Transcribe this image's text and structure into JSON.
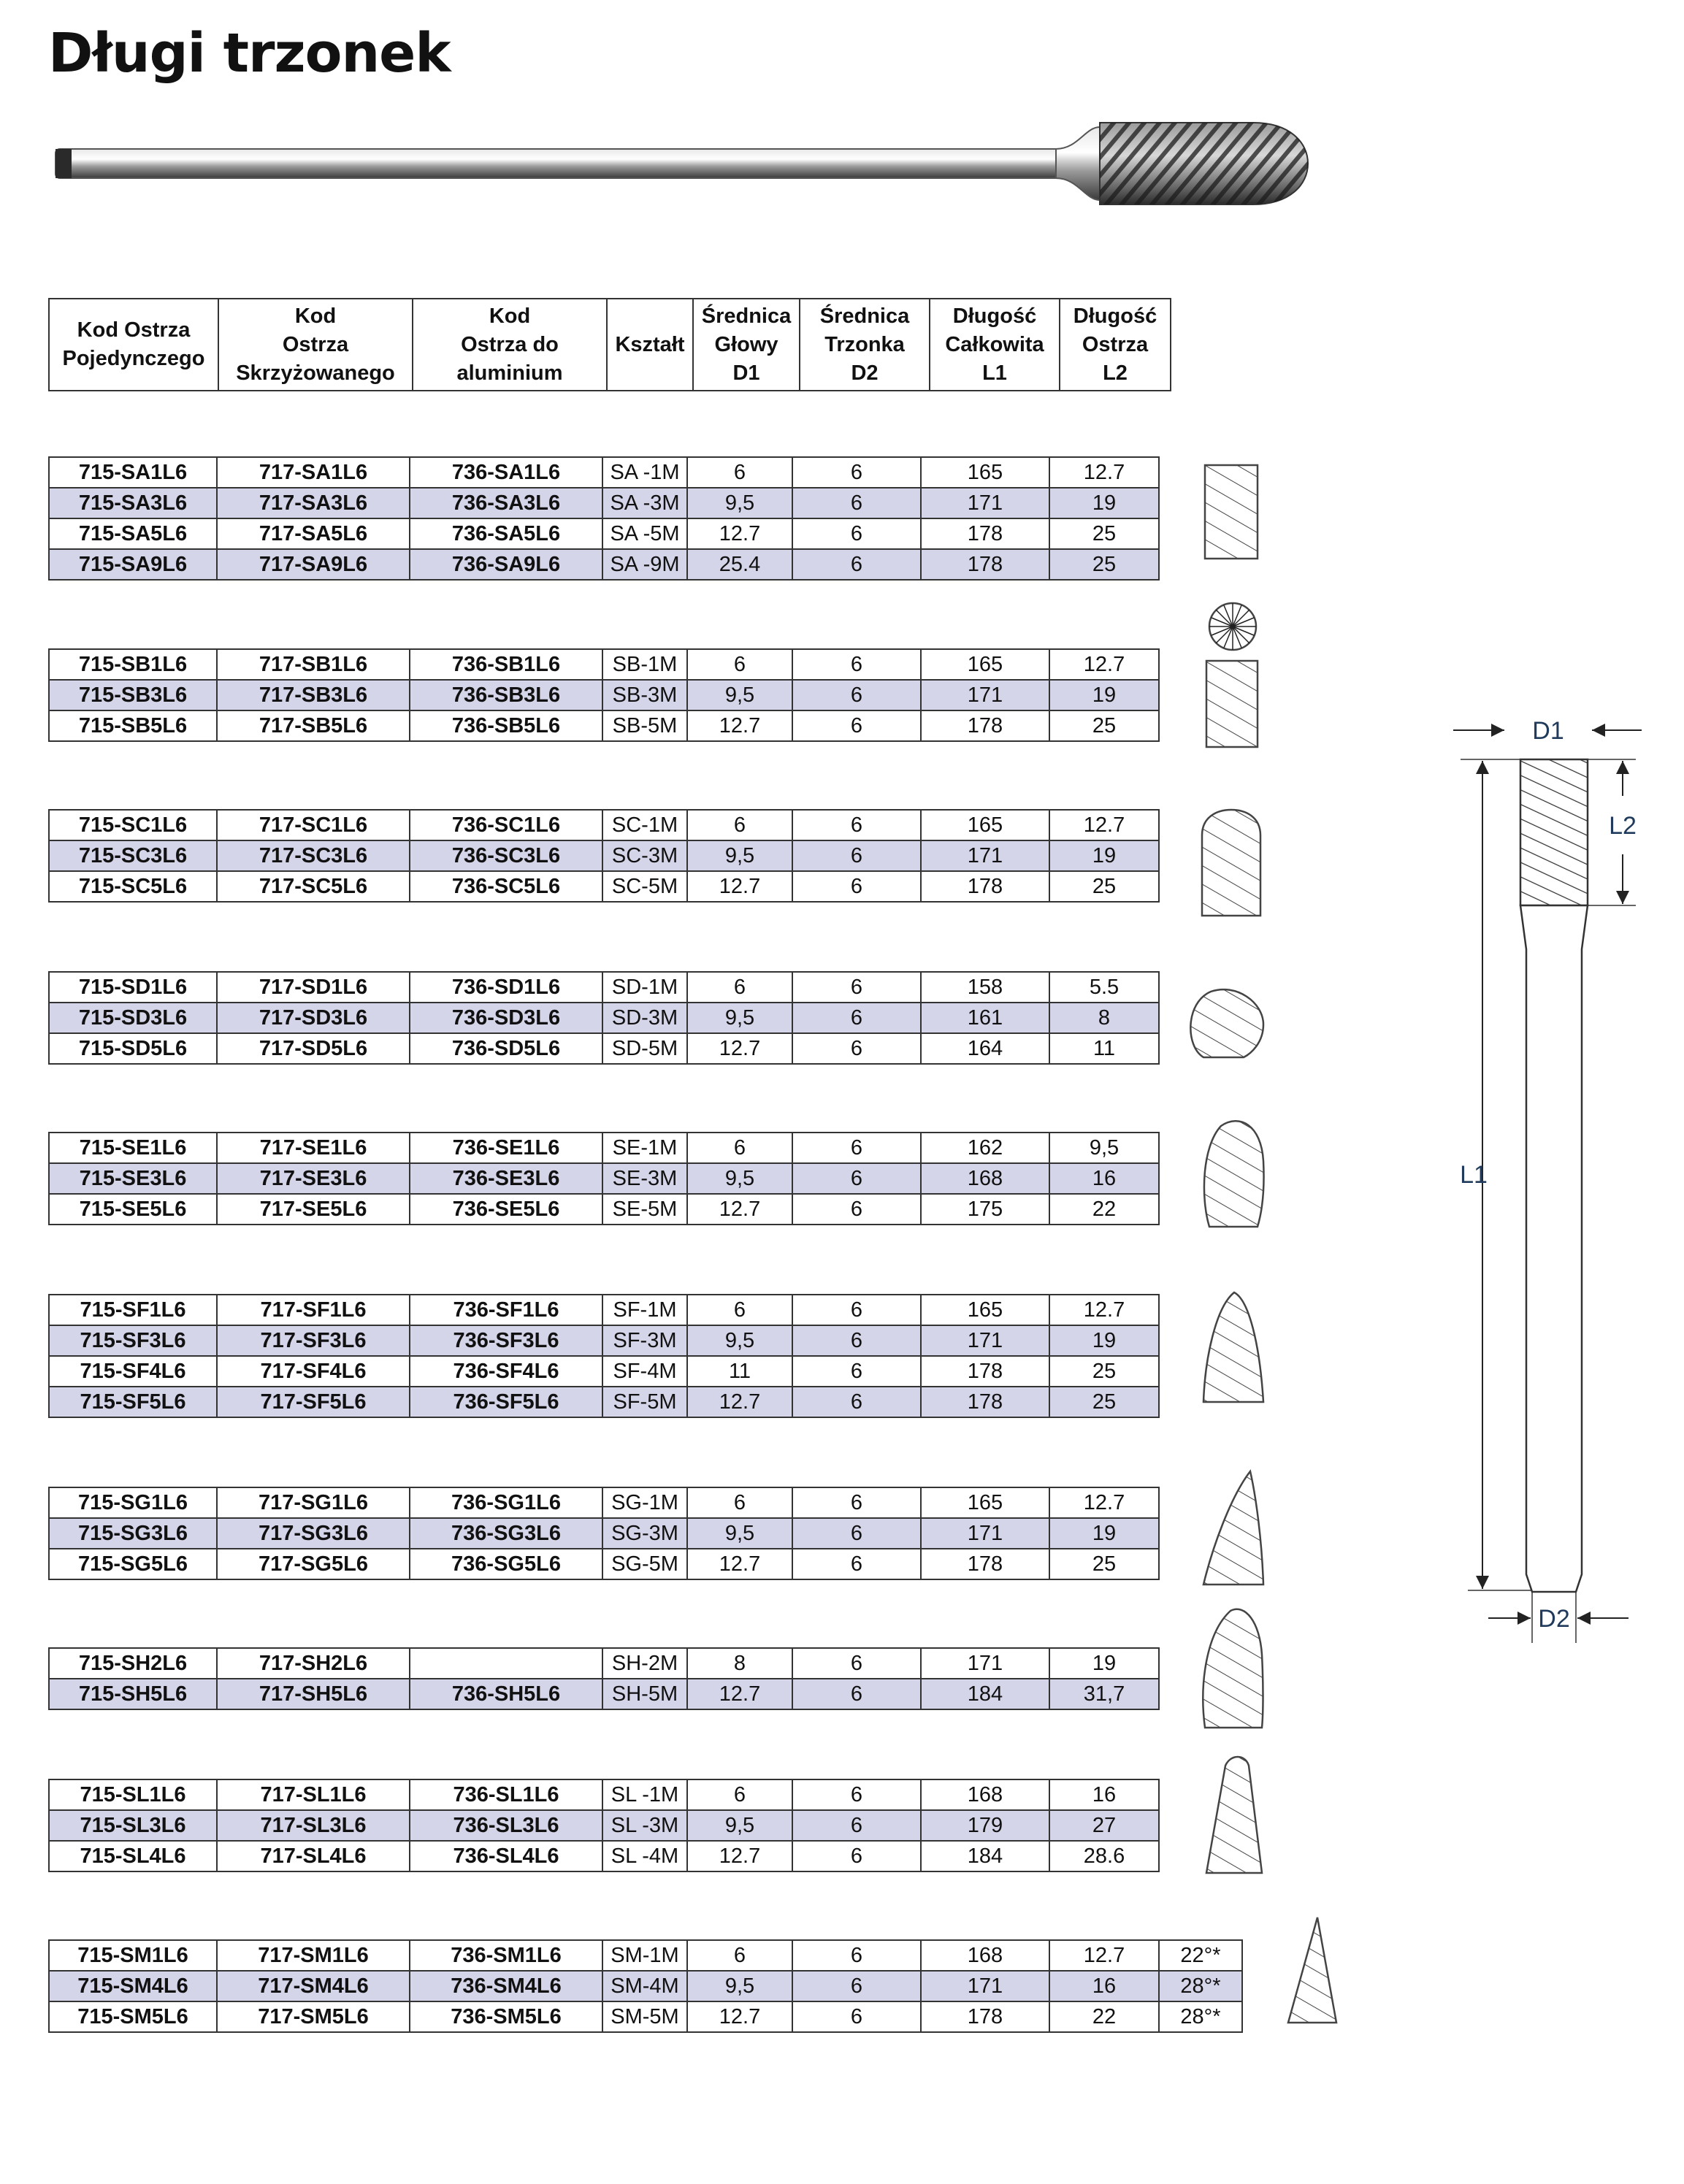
{
  "title": "Długi trzonek",
  "header": {
    "c1": [
      "Kod Ostrza",
      "Pojedynczego"
    ],
    "c2": [
      "Kod",
      "Ostrza",
      "Skrzyżowanego"
    ],
    "c3": [
      "Kod",
      "Ostrza do",
      "aluminium"
    ],
    "c4": [
      "Kształt"
    ],
    "c5": [
      "Średnica",
      "Głowy",
      "D1"
    ],
    "c6": [
      "Średnica",
      "Trzonka",
      "D2"
    ],
    "c7": [
      "Długość",
      "Całkowita",
      "L1"
    ],
    "c8": [
      "Długość",
      "Ostrza",
      "L2"
    ]
  },
  "groups": [
    {
      "shape": "cylinder",
      "rows": [
        [
          "715-SA1L6",
          "717-SA1L6",
          "736-SA1L6",
          "SA -1M",
          "6",
          "6",
          "165",
          "12.7"
        ],
        [
          "715-SA3L6",
          "717-SA3L6",
          "736-SA3L6",
          "SA -3M",
          "9,5",
          "6",
          "171",
          "19"
        ],
        [
          "715-SA5L6",
          "717-SA5L6",
          "736-SA5L6",
          "SA -5M",
          "12.7",
          "6",
          "178",
          "25"
        ],
        [
          "715-SA9L6",
          "717-SA9L6",
          "736-SA9L6",
          "SA -9M",
          "25.4",
          "6",
          "178",
          "25"
        ]
      ]
    },
    {
      "shape": "cylinder-endcut",
      "rows": [
        [
          "715-SB1L6",
          "717-SB1L6",
          "736-SB1L6",
          "SB-1M",
          "6",
          "6",
          "165",
          "12.7"
        ],
        [
          "715-SB3L6",
          "717-SB3L6",
          "736-SB3L6",
          "SB-3M",
          "9,5",
          "6",
          "171",
          "19"
        ],
        [
          "715-SB5L6",
          "717-SB5L6",
          "736-SB5L6",
          "SB-5M",
          "12.7",
          "6",
          "178",
          "25"
        ]
      ]
    },
    {
      "shape": "cylinder-radius",
      "rows": [
        [
          "715-SC1L6",
          "717-SC1L6",
          "736-SC1L6",
          "SC-1M",
          "6",
          "6",
          "165",
          "12.7"
        ],
        [
          "715-SC3L6",
          "717-SC3L6",
          "736-SC3L6",
          "SC-3M",
          "9,5",
          "6",
          "171",
          "19"
        ],
        [
          "715-SC5L6",
          "717-SC5L6",
          "736-SC5L6",
          "SC-5M",
          "12.7",
          "6",
          "178",
          "25"
        ]
      ]
    },
    {
      "shape": "ball",
      "rows": [
        [
          "715-SD1L6",
          "717-SD1L6",
          "736-SD1L6",
          "SD-1M",
          "6",
          "6",
          "158",
          "5.5"
        ],
        [
          "715-SD3L6",
          "717-SD3L6",
          "736-SD3L6",
          "SD-3M",
          "9,5",
          "6",
          "161",
          "8"
        ],
        [
          "715-SD5L6",
          "717-SD5L6",
          "736-SD5L6",
          "SD-5M",
          "12.7",
          "6",
          "164",
          "11"
        ]
      ]
    },
    {
      "shape": "oval",
      "rows": [
        [
          "715-SE1L6",
          "717-SE1L6",
          "736-SE1L6",
          "SE-1M",
          "6",
          "6",
          "162",
          "9,5"
        ],
        [
          "715-SE3L6",
          "717-SE3L6",
          "736-SE3L6",
          "SE-3M",
          "9,5",
          "6",
          "168",
          "16"
        ],
        [
          "715-SE5L6",
          "717-SE5L6",
          "736-SE5L6",
          "SE-5M",
          "12.7",
          "6",
          "175",
          "22"
        ]
      ]
    },
    {
      "shape": "tree-radius",
      "rows": [
        [
          "715-SF1L6",
          "717-SF1L6",
          "736-SF1L6",
          "SF-1M",
          "6",
          "6",
          "165",
          "12.7"
        ],
        [
          "715-SF3L6",
          "717-SF3L6",
          "736-SF3L6",
          "SF-3M",
          "9,5",
          "6",
          "171",
          "19"
        ],
        [
          "715-SF4L6",
          "717-SF4L6",
          "736-SF4L6",
          "SF-4M",
          "11",
          "6",
          "178",
          "25"
        ],
        [
          "715-SF5L6",
          "717-SF5L6",
          "736-SF5L6",
          "SF-5M",
          "12.7",
          "6",
          "178",
          "25"
        ]
      ]
    },
    {
      "shape": "tree-pointed",
      "rows": [
        [
          "715-SG1L6",
          "717-SG1L6",
          "736-SG1L6",
          "SG-1M",
          "6",
          "6",
          "165",
          "12.7"
        ],
        [
          "715-SG3L6",
          "717-SG3L6",
          "736-SG3L6",
          "SG-3M",
          "9,5",
          "6",
          "171",
          "19"
        ],
        [
          "715-SG5L6",
          "717-SG5L6",
          "736-SG5L6",
          "SG-5M",
          "12.7",
          "6",
          "178",
          "25"
        ]
      ]
    },
    {
      "shape": "flame",
      "rows": [
        [
          "715-SH2L6",
          "717-SH2L6",
          "",
          "SH-2M",
          "8",
          "6",
          "171",
          "19"
        ],
        [
          "715-SH5L6",
          "717-SH5L6",
          "736-SH5L6",
          "SH-5M",
          "12.7",
          "6",
          "184",
          "31,7"
        ]
      ]
    },
    {
      "shape": "cone-radius",
      "rows": [
        [
          "715-SL1L6",
          "717-SL1L6",
          "736-SL1L6",
          "SL -1M",
          "6",
          "6",
          "168",
          "16"
        ],
        [
          "715-SL3L6",
          "717-SL3L6",
          "736-SL3L6",
          "SL -3M",
          "9,5",
          "6",
          "179",
          "27"
        ],
        [
          "715-SL4L6",
          "717-SL4L6",
          "736-SL4L6",
          "SL -4M",
          "12.7",
          "6",
          "184",
          "28.6"
        ]
      ]
    },
    {
      "shape": "cone-pointed",
      "rows": [
        [
          "715-SM1L6",
          "717-SM1L6",
          "736-SM1L6",
          "SM-1M",
          "6",
          "6",
          "168",
          "12.7",
          "22°*"
        ],
        [
          "715-SM4L6",
          "717-SM4L6",
          "736-SM4L6",
          "SM-4M",
          "9,5",
          "6",
          "171",
          "16",
          "28°*"
        ],
        [
          "715-SM5L6",
          "717-SM5L6",
          "736-SM5L6",
          "SM-5M",
          "12.7",
          "6",
          "178",
          "22",
          "28°*"
        ]
      ]
    }
  ],
  "diagram": {
    "d1": "D1",
    "d2": "D2",
    "l1": "L1",
    "l2": "L2"
  },
  "colors": {
    "alt_row": "#d5d5ea",
    "border": "#333333",
    "dimension_text": "#1f3a5a"
  }
}
